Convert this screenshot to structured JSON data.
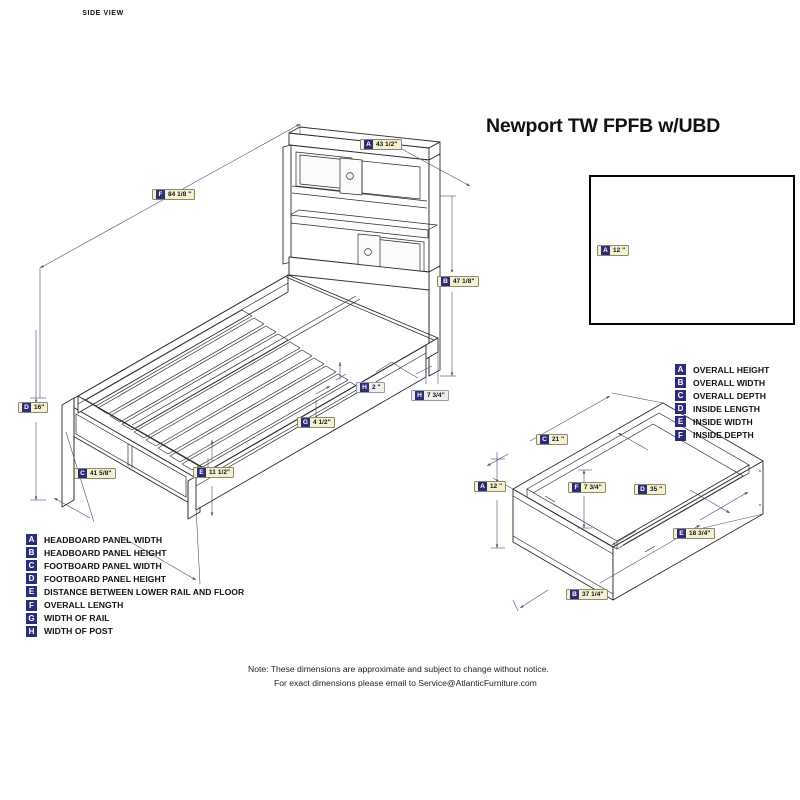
{
  "title": "Newport TW FPFB w/UBD",
  "side_view": {
    "label": "SIDE VIEW",
    "dimension": {
      "tag": "A",
      "value": "12 \""
    }
  },
  "bed_legend": [
    {
      "tag": "A",
      "label": "HEADBOARD PANEL WIDTH"
    },
    {
      "tag": "B",
      "label": "HEADBOARD PANEL HEIGHT"
    },
    {
      "tag": "C",
      "label": "FOOTBOARD PANEL WIDTH"
    },
    {
      "tag": "D",
      "label": "FOOTBOARD PANEL HEIGHT"
    },
    {
      "tag": "E",
      "label": "DISTANCE BETWEEN LOWER RAIL AND FLOOR"
    },
    {
      "tag": "F",
      "label": "OVERALL LENGTH"
    },
    {
      "tag": "G",
      "label": "WIDTH OF RAIL"
    },
    {
      "tag": "H",
      "label": "WIDTH OF POST"
    }
  ],
  "drawer_legend": [
    {
      "tag": "A",
      "label": "OVERALL HEIGHT"
    },
    {
      "tag": "B",
      "label": "OVERALL WIDTH"
    },
    {
      "tag": "C",
      "label": "OVERALL DEPTH"
    },
    {
      "tag": "D",
      "label": "INSIDE LENGTH"
    },
    {
      "tag": "E",
      "label": "INSIDE WIDTH"
    },
    {
      "tag": "F",
      "label": "INSIDE DEPTH"
    }
  ],
  "bed_dimensions": [
    {
      "id": "bed-a-headboard-width",
      "tag": "A",
      "value": "43 1/2\""
    },
    {
      "id": "bed-b-headboard-height",
      "tag": "B",
      "value": "47 1/8\""
    },
    {
      "id": "bed-c-footboard-width",
      "tag": "C",
      "value": "41 5/8\""
    },
    {
      "id": "bed-d-footboard-height",
      "tag": "D",
      "value": "16\""
    },
    {
      "id": "bed-e-rail-to-floor",
      "tag": "E",
      "value": "11 1/2\""
    },
    {
      "id": "bed-f-overall-length",
      "tag": "F",
      "value": "84 1/8 \""
    },
    {
      "id": "bed-g-rail-width",
      "tag": "G",
      "value": "4 1/2\""
    },
    {
      "id": "bed-h-post-width-1",
      "tag": "H",
      "value": "2 \""
    },
    {
      "id": "bed-h-post-width-2",
      "tag": "H",
      "value": "7 3/4\""
    }
  ],
  "drawer_dimensions": [
    {
      "id": "drawer-a-overall-height",
      "tag": "A",
      "value": "12 \""
    },
    {
      "id": "drawer-b-overall-width",
      "tag": "B",
      "value": "37 1/4\""
    },
    {
      "id": "drawer-c-overall-depth",
      "tag": "C",
      "value": "21 \""
    },
    {
      "id": "drawer-d-inside-length",
      "tag": "D",
      "value": "35 \""
    },
    {
      "id": "drawer-e-inside-width",
      "tag": "E",
      "value": "18 3/4\""
    },
    {
      "id": "drawer-f-inside-depth",
      "tag": "F",
      "value": "7 3/4\""
    }
  ],
  "note": {
    "line1": "Note:  These dimensions are approximate and subject to change without notice.",
    "line2": "For exact dimensions please email to Service@AtlanticFurniture.com"
  },
  "colors": {
    "tag_blue": "#2c2c7a",
    "chip_fill": "#f5f0d2",
    "line": "#3a3a5a",
    "outline": "#2a2a2a"
  }
}
